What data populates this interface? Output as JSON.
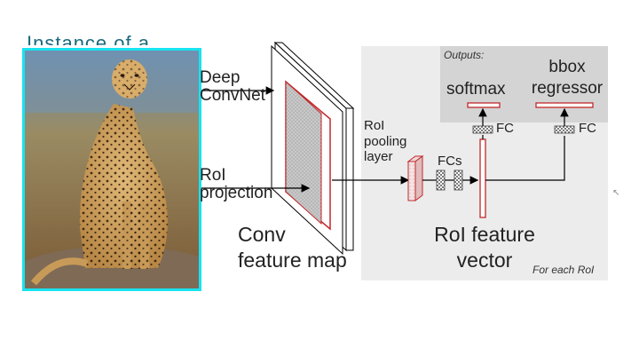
{
  "image_caption_cropped": "Instance  of  a",
  "inputs": {
    "deep_convnet_line1": "Deep",
    "deep_convnet_line2": "ConvNet",
    "roi_projection_line1": "RoI",
    "roi_projection_line2": "projection"
  },
  "feature_map": {
    "line1": "Conv",
    "line2": "feature map"
  },
  "pooling": {
    "line1": "RoI",
    "line2": "pooling",
    "line3": "layer"
  },
  "fcs": "FCs",
  "roi_vector": {
    "line1": "RoI feature",
    "line2": "vector"
  },
  "outputs": {
    "title": "Outputs:",
    "softmax": "softmax",
    "bbox_line1": "bbox",
    "bbox_line2": "regressor",
    "fc_left": "FC",
    "fc_right": "FC"
  },
  "footer_note": "For each RoI",
  "colors": {
    "panel": "#ececec",
    "outputs_panel": "#d4d4d4",
    "accent_red": "#c0282b",
    "image_border": "#19e3f0"
  }
}
